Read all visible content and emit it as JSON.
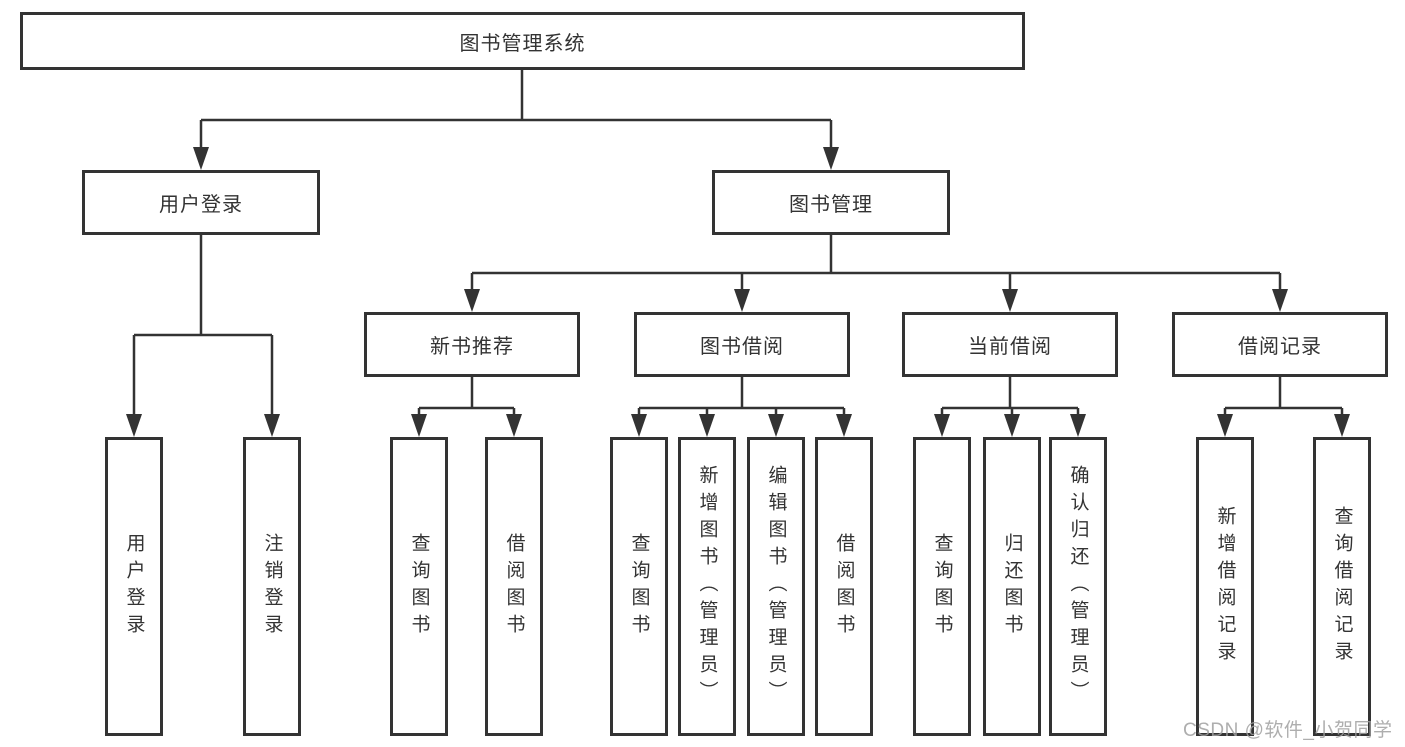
{
  "diagram": {
    "root": {
      "id": "library-management-system",
      "label": "图书管理系统"
    },
    "level2": [
      {
        "id": "user-login",
        "label": "用户登录"
      },
      {
        "id": "book-management",
        "label": "图书管理"
      }
    ],
    "level3": [
      {
        "id": "new-book-recommend",
        "parent": "book-management",
        "label": "新书推荐"
      },
      {
        "id": "book-borrow",
        "parent": "book-management",
        "label": "图书借阅"
      },
      {
        "id": "current-borrow",
        "parent": "book-management",
        "label": "当前借阅"
      },
      {
        "id": "borrow-records",
        "parent": "book-management",
        "label": "借阅记录"
      }
    ],
    "leaves": [
      {
        "parent": "user-login",
        "label": "用户登录"
      },
      {
        "parent": "user-login",
        "label": "注销登录"
      },
      {
        "parent": "new-book-recommend",
        "label": "查询图书"
      },
      {
        "parent": "new-book-recommend",
        "label": "借阅图书"
      },
      {
        "parent": "book-borrow",
        "label": "查询图书"
      },
      {
        "parent": "book-borrow",
        "label": "新增图书（管理员）"
      },
      {
        "parent": "book-borrow",
        "label": "编辑图书（管理员）"
      },
      {
        "parent": "book-borrow",
        "label": "借阅图书"
      },
      {
        "parent": "current-borrow",
        "label": "查询图书"
      },
      {
        "parent": "current-borrow",
        "label": "归还图书"
      },
      {
        "parent": "current-borrow",
        "label": "确认归还（管理员）"
      },
      {
        "parent": "borrow-records",
        "label": "新增借阅记录"
      },
      {
        "parent": "borrow-records",
        "label": "查询借阅记录"
      }
    ],
    "watermark": "CSDN @软件_小贺同学",
    "colors": {
      "line": "#333333",
      "box_border": "#333333",
      "box_fill": "#ffffff",
      "text": "#333333",
      "watermark": "#a0a0a0",
      "background": "#ffffff"
    }
  }
}
